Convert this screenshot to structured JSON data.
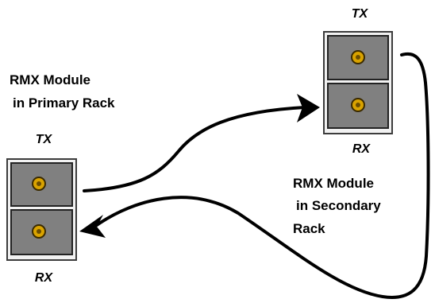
{
  "primary": {
    "label_line1": "RMX Module",
    "label_line2": "in Primary Rack",
    "tx": "TX",
    "rx": "RX"
  },
  "secondary": {
    "label_line1": "RMX Module",
    "label_line2": "in Secondary",
    "label_line3": "Rack",
    "tx": "TX",
    "rx": "RX"
  },
  "colors": {
    "module_fill": "#808080",
    "module_frame": "#e0e0e0",
    "connector_gold": "#d9a300",
    "connector_ring": "#3a2a00",
    "cable": "#000000"
  }
}
